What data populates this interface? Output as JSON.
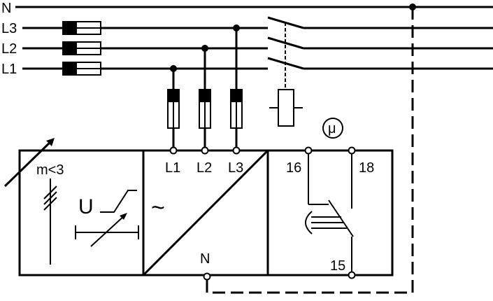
{
  "bus": {
    "n_label": "N",
    "l3_label": "L3",
    "l2_label": "L2",
    "l1_label": "L1"
  },
  "converter": {
    "in_l1": "L1",
    "in_l2": "L2",
    "in_l3": "L3",
    "symbol": "~",
    "n_terminal": "N"
  },
  "measurement": {
    "m_label": "m<3",
    "u_label": "U"
  },
  "relay": {
    "t16": "16",
    "t18": "18",
    "t15": "15",
    "micro_symbol": "μ"
  }
}
